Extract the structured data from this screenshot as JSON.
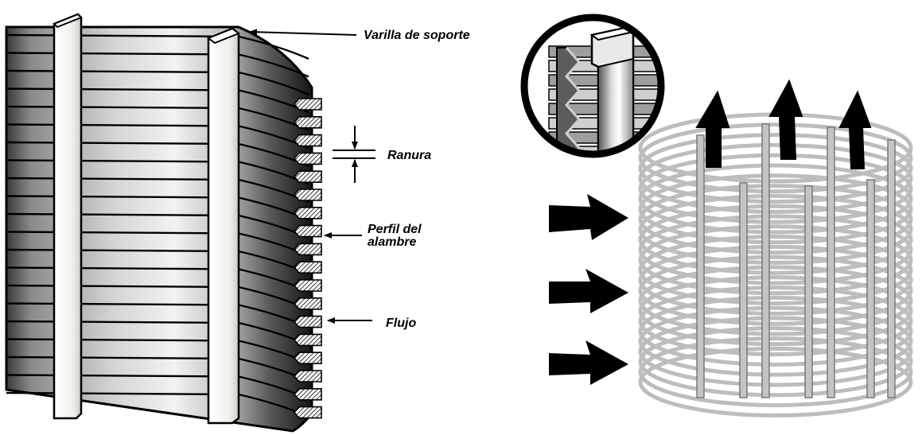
{
  "labels": {
    "support_rod": "Varilla de soporte",
    "slot": "Ranura",
    "wire_profile": "Perfil del alambre",
    "flow": "Flujo"
  },
  "colors": {
    "ink": "#000000",
    "rod": "#f1f3ee",
    "dark_wire": "#2a2a2a",
    "light_wire": "#c8c8c8"
  }
}
